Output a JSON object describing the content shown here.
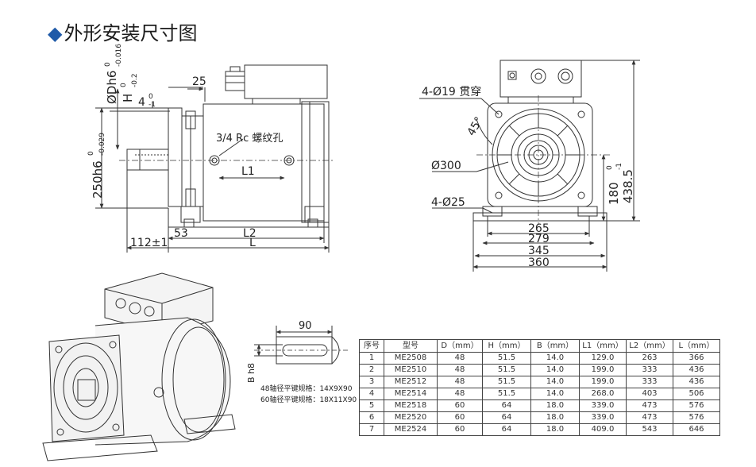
{
  "title": "外形安装尺寸图",
  "colors": {
    "title_marker": "#1f5aa8",
    "line": "#333333"
  },
  "side_view": {
    "dim_dh6": "ØDh6",
    "dim_dh6_upper": "0",
    "dim_dh6_lower": "-0.016",
    "dim_h": "H",
    "dim_h_upper": "0",
    "dim_h_lower": "-0.2",
    "dim_4": "4",
    "dim_4_upper": "0",
    "dim_4_lower": "-1",
    "dim_25": "25",
    "rc_hole": "3/4 Rc 螺纹孔",
    "dim_l1": "L1",
    "dim_250": "250h6",
    "dim_250_upper": "0",
    "dim_250_lower": "-0.029",
    "dim_53": "53",
    "dim_l2": "L2",
    "dim_112": "112±1",
    "dim_l": "L"
  },
  "front_view": {
    "holes_19": "4-Ø19 贯穿",
    "angle_45": "45°",
    "dia_300": "Ø300",
    "holes_25": "4-Ø25",
    "dim_180": "180",
    "dim_180_upper": "0",
    "dim_180_lower": "-1",
    "dim_438": "438.5",
    "dim_265": "265",
    "dim_279": "279",
    "dim_345": "345",
    "dim_360": "360"
  },
  "shaft_key": {
    "dim_90": "90",
    "dim_bh8": "B h8",
    "spec_48": "48轴径平键规格：14X9X90",
    "spec_60": "60轴径平键规格：18X11X90"
  },
  "table": {
    "headers": [
      "序号",
      "型号",
      "D（mm）",
      "H（mm）",
      "B（mm）",
      "L1（mm）",
      "L2（mm）",
      "L（mm）"
    ],
    "rows": [
      [
        "1",
        "ME2508",
        "48",
        "51.5",
        "14.0",
        "129.0",
        "263",
        "366"
      ],
      [
        "2",
        "ME2510",
        "48",
        "51.5",
        "14.0",
        "199.0",
        "333",
        "436"
      ],
      [
        "3",
        "ME2512",
        "48",
        "51.5",
        "14.0",
        "199.0",
        "333",
        "436"
      ],
      [
        "4",
        "ME2514",
        "48",
        "51.5",
        "14.0",
        "268.0",
        "403",
        "506"
      ],
      [
        "5",
        "ME2518",
        "60",
        "64",
        "18.0",
        "339.0",
        "473",
        "576"
      ],
      [
        "6",
        "ME2520",
        "60",
        "64",
        "18.0",
        "339.0",
        "473",
        "576"
      ],
      [
        "7",
        "ME2524",
        "60",
        "64",
        "18.0",
        "409.0",
        "543",
        "646"
      ]
    ]
  }
}
